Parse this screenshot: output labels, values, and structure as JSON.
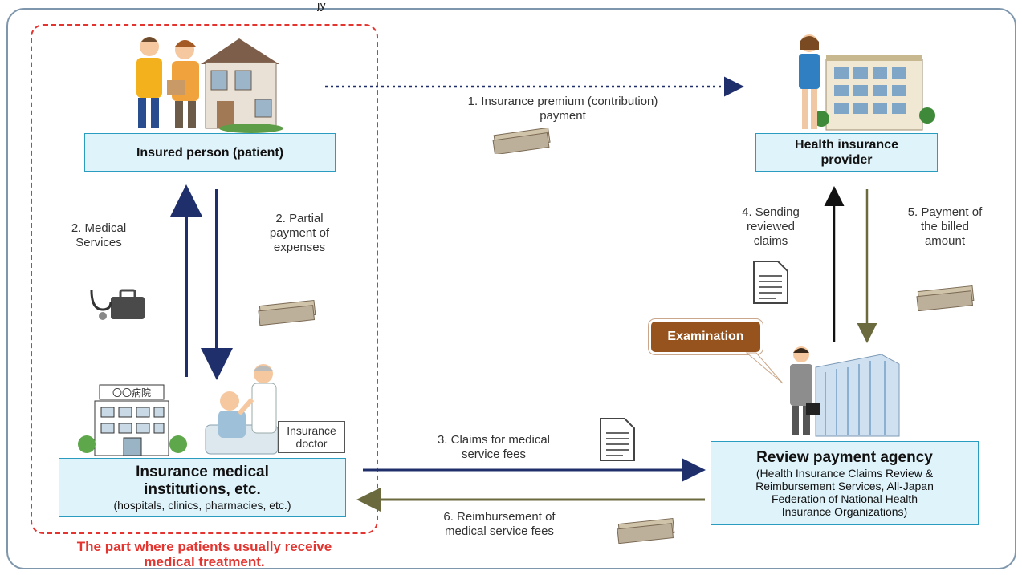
{
  "header": {
    "partial_title": "jy"
  },
  "region": {
    "caption_line1": "The part where patients usually receive",
    "caption_line2": "medical treatment."
  },
  "nodes": {
    "insured": {
      "title": "Insured person (patient)"
    },
    "provider": {
      "title_line1": "Health insurance",
      "title_line2": "provider"
    },
    "institution": {
      "title_line1": "Insurance medical",
      "title_line2": "institutions, etc.",
      "subtitle": "(hospitals, clinics, pharmacies, etc.)"
    },
    "agency": {
      "title": "Review payment agency",
      "desc_line1": "(Health Insurance Claims Review &",
      "desc_line2": "Reimbursement Services,  All-Japan",
      "desc_line3": "Federation of National Health",
      "desc_line4": "Insurance Organizations)"
    }
  },
  "badges": {
    "examination": "Examination",
    "insurance_doctor_line1": "Insurance",
    "insurance_doctor_line2": "doctor",
    "hospital_sign": "〇〇病院"
  },
  "flows": {
    "f1": {
      "line1": "1. Insurance premium (contribution)",
      "line2": "payment"
    },
    "f2a": {
      "line1": "2. Medical",
      "line2": "Services"
    },
    "f2b": {
      "line1": "2. Partial",
      "line2": "payment of",
      "line3": "expenses"
    },
    "f3": {
      "line1": "3. Claims for medical",
      "line2": "service fees"
    },
    "f4": {
      "line1": "4. Sending",
      "line2": "reviewed",
      "line3": "claims"
    },
    "f5": {
      "line1": "5. Payment of",
      "line2": "the billed",
      "line3": "amount"
    },
    "f6": {
      "line1": "6. Reimbursement of",
      "line2": "medical service fees"
    }
  },
  "colors": {
    "navy_arrow": "#1f2f6b",
    "olive_arrow": "#6b6a3e",
    "box_fill": "#dff3fa",
    "box_border": "#2a9cbf",
    "dashed_red": "#e3342f",
    "exam_brown": "#96531d"
  },
  "icons": [
    "family-house-icon",
    "office-building-icon",
    "money-icon",
    "medical-bag-icon",
    "document-icon",
    "hospital-icon",
    "doctor-patient-icon",
    "agency-building-icon"
  ]
}
